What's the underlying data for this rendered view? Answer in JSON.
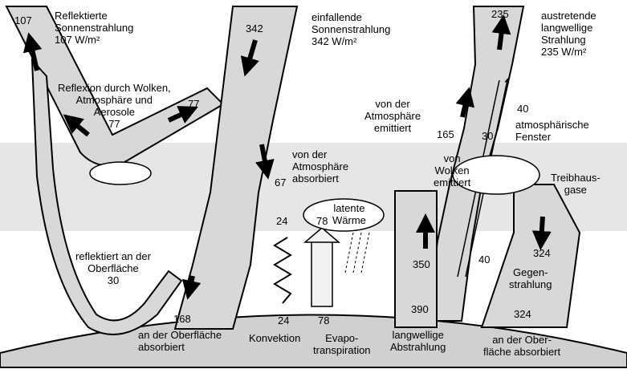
{
  "colors": {
    "flow_fill": "#d8d8d8",
    "flow_stroke": "#000000",
    "atmosphere_band": "#e6e6e6",
    "surface": "#d0d0d0",
    "arrow": "#000000",
    "background": "#ffffff"
  },
  "labels": {
    "reflected_solar": "Reflektierte\nSonnenstrahlung\n107 W/m²",
    "reflected_value": "107",
    "incoming_solar": "einfallende\nSonnenstrahlung\n342 W/m²",
    "incoming_value": "342",
    "outgoing_lw": "austretende\nlangwellige\nStrahlung\n235 W/m²",
    "outgoing_value": "235",
    "cloud_reflection": "Reflexion durch Wolken,\nAtmosphäre und\nAerosole\n77",
    "cloud_reflection_value": "77",
    "atmos_absorbed": "von der\nAtmosphäre\nabsorbiert",
    "atmos_absorbed_value": "67",
    "atmos_emitted": "von der\nAtmosphäre\nemittiert",
    "atmos_emitted_value": "165",
    "cloud_emitted": "von\nWolken\nemittiert",
    "cloud_emitted_value": "30",
    "window_value": "40",
    "window_label": "atmosphärische\nFenster",
    "greenhouse": "Treibhaus-\ngase",
    "latent_heat": "latente\nWärme",
    "latent_value": "78",
    "surface_reflected": "reflektiert an der\nOberfläche\n30",
    "surface_absorbed_value": "168",
    "surface_absorbed": "an der Oberfläche\nabsorbiert",
    "convection_top": "24",
    "convection_bottom": "24",
    "convection": "Konvektion",
    "evapo_bottom": "78",
    "evapo": "Evapo-\ntranspiration",
    "lw_up_value": "350",
    "lw_emission_value": "390",
    "lw_emission": "langwellige\nAbstrahlung",
    "window_surface_value": "40",
    "back_radiation_value": "324",
    "back_radiation": "Gegen-\nstrahlung",
    "back_absorbed_value": "324",
    "back_absorbed": "an der Ober-\nfläche absorbiert"
  }
}
